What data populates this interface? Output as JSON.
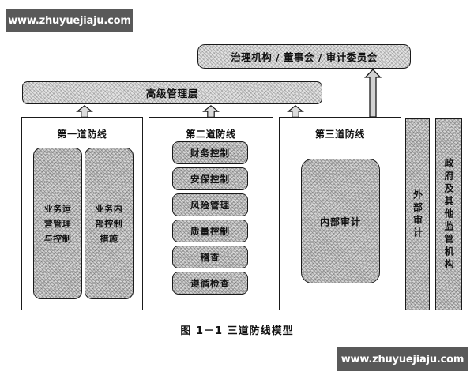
{
  "watermarks": {
    "top": "www.zhuyuejiaju.com",
    "bottom": "www.zhuyuejiaju.com",
    "color": "#595959"
  },
  "diagram": {
    "governance": {
      "label": "治理机构 / 董事会 / 审计委员会",
      "icon": "governance-bar"
    },
    "management": {
      "label": "高级管理层"
    },
    "lines": [
      {
        "title": "第一道防线",
        "items": [
          "业务运\n营管理\n与控制",
          "业务内\n部控制\n措施"
        ]
      },
      {
        "title": "第二道防线",
        "items": [
          "财务控制",
          "安保控制",
          "风险管理",
          "质量控制",
          "稽查",
          "遵循检查"
        ]
      },
      {
        "title": "第三道防线",
        "items": [
          "内部审计"
        ]
      }
    ],
    "side_columns": [
      {
        "label": "外部审计"
      },
      {
        "label": "政府及其他监管机构"
      }
    ],
    "arrows": [
      {
        "name": "arrow-line1-to-management"
      },
      {
        "name": "arrow-line2-to-management"
      },
      {
        "name": "arrow-line3-to-management"
      },
      {
        "name": "arrow-line3-to-governance"
      }
    ]
  },
  "caption": "图 1－1    三道防线模型",
  "colors": {
    "ink": "#1a1a1a",
    "fill": "#d8d8d8",
    "watermark_bg": "#595959",
    "page": "#ffffff"
  }
}
